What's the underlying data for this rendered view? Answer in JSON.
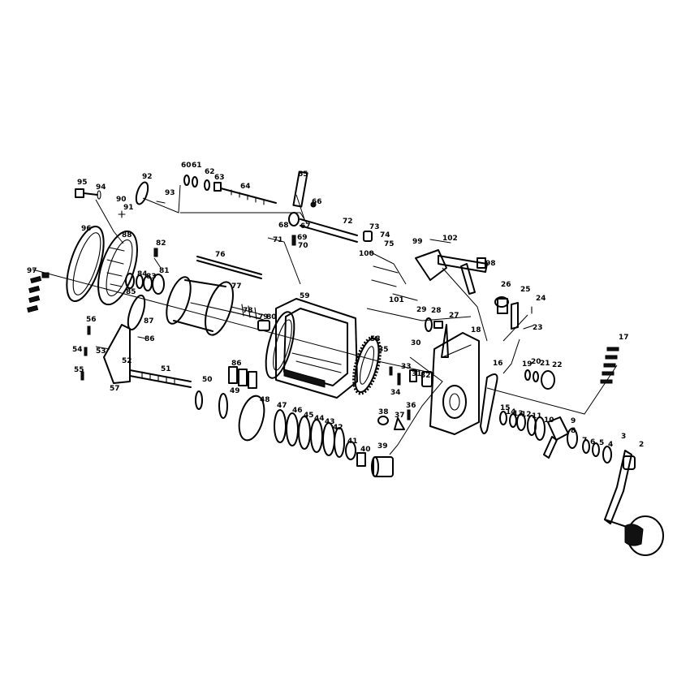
{
  "diagram": {
    "type": "exploded-parts-view",
    "callouts": [
      "2",
      "3",
      "4",
      "5",
      "6",
      "7",
      "8",
      "9",
      "10",
      "11",
      "12",
      "13",
      "14",
      "15",
      "16",
      "17",
      "18",
      "19",
      "20",
      "21",
      "22",
      "23",
      "24",
      "25",
      "26",
      "27",
      "28",
      "29",
      "30",
      "31",
      "32",
      "33",
      "34",
      "35",
      "36",
      "37",
      "38",
      "39",
      "40",
      "41",
      "42",
      "43",
      "44",
      "45",
      "46",
      "47",
      "48",
      "49",
      "50",
      "51",
      "52",
      "53",
      "54",
      "55",
      "56",
      "57",
      "58",
      "59",
      "60",
      "61",
      "62",
      "63",
      "64",
      "65",
      "66",
      "67",
      "68",
      "69",
      "70",
      "71",
      "72",
      "73",
      "74",
      "75",
      "76",
      "77",
      "78",
      "79",
      "80",
      "81",
      "82",
      "83",
      "84",
      "85",
      "86",
      "87",
      "88",
      "90",
      "91",
      "92",
      "93",
      "94",
      "95",
      "96",
      "97",
      "98",
      "99",
      "100",
      "101",
      "102"
    ]
  }
}
